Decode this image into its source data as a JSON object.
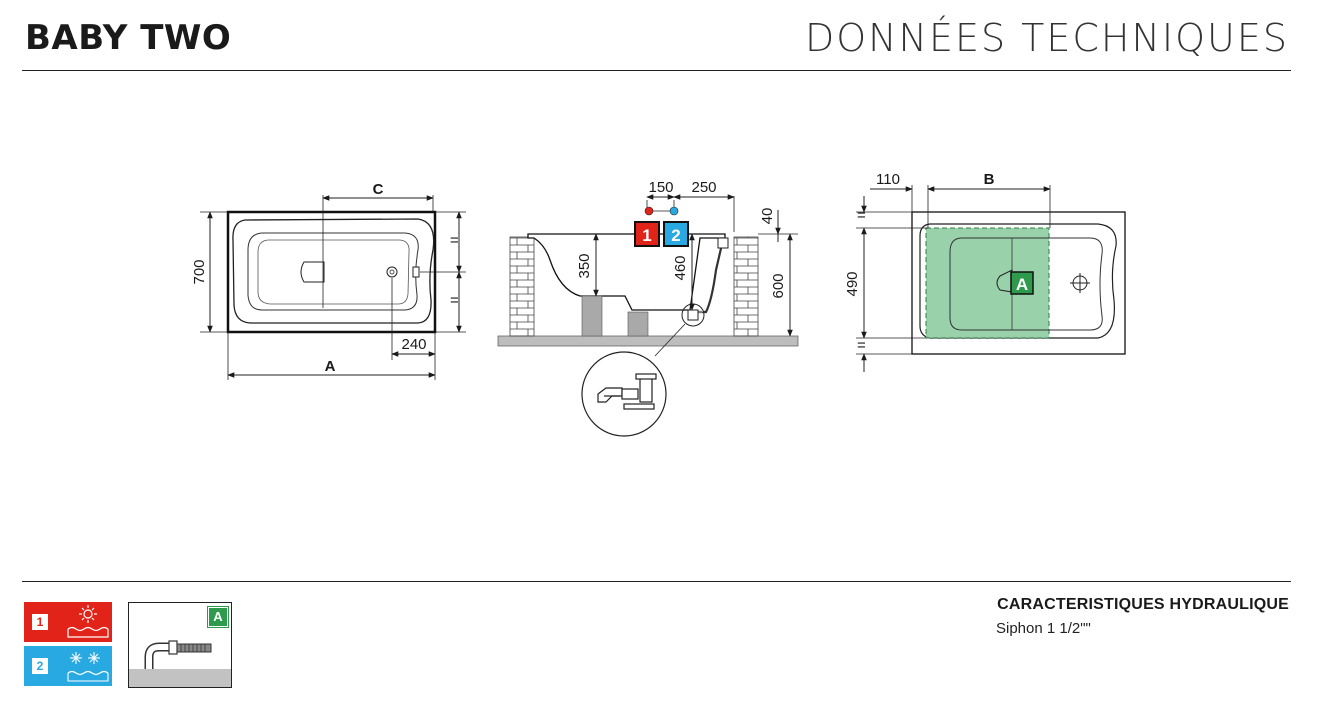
{
  "header": {
    "title": "BABY TWO",
    "subtitle": "DONNÉES TECHNIQUES"
  },
  "top_view": {
    "dim_c": "C",
    "dim_700": "700",
    "dim_240": "240",
    "dim_a": "A"
  },
  "side_view": {
    "dim_150": "150",
    "dim_250": "250",
    "dim_40": "40",
    "dim_350": "350",
    "dim_460": "460",
    "dim_600": "600",
    "hot_label": "1",
    "cold_label": "2"
  },
  "plan_view": {
    "dim_110": "110",
    "dim_b": "B",
    "dim_490": "490",
    "zone_label": "A"
  },
  "legend": {
    "hot": {
      "number": "1",
      "color": "#e2231a"
    },
    "cold": {
      "number": "2",
      "color": "#29a9e1"
    },
    "siphon_badge": "A"
  },
  "hydraulics": {
    "title": "CARACTERISTIQUES HYDRAULIQUE",
    "value": "Siphon 1 1/2\"\""
  }
}
